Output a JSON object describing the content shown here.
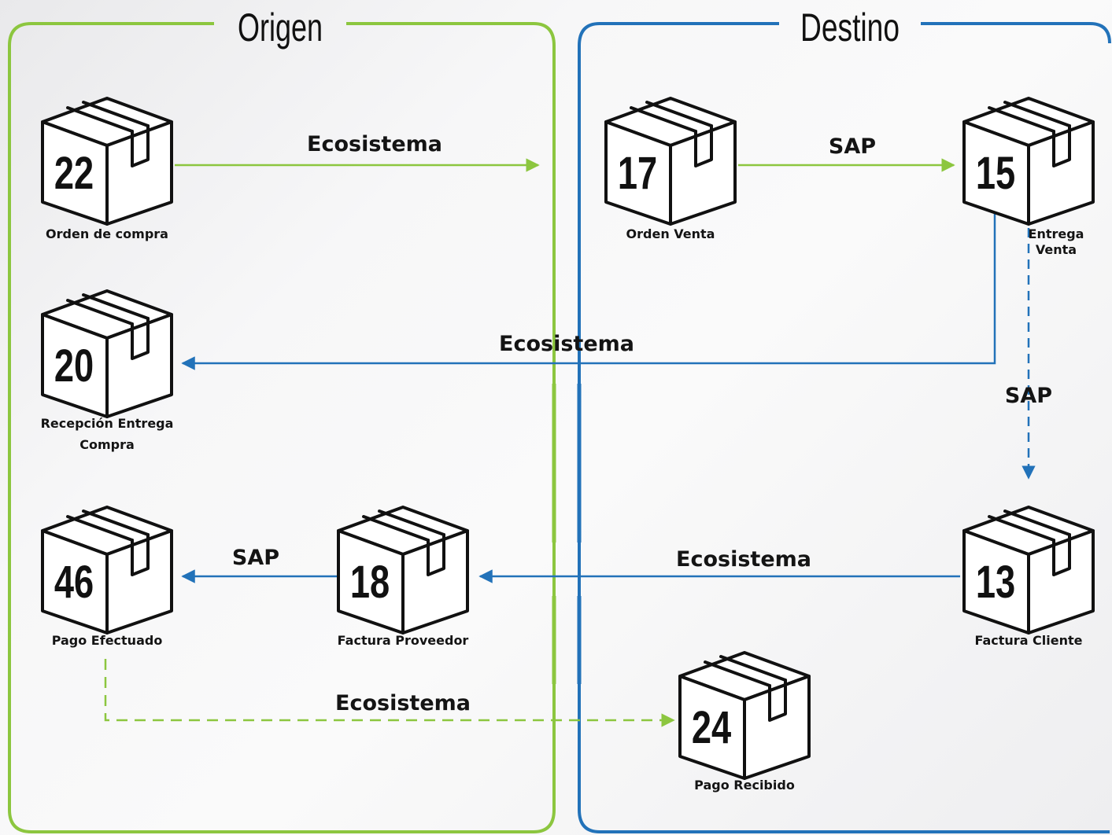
{
  "sections": {
    "origen": {
      "title": "Origen",
      "color": "#8cc63f"
    },
    "destino": {
      "title": "Destino",
      "color": "#2272b9"
    }
  },
  "nodes": {
    "orden_compra": {
      "number": "22",
      "label_lines": [
        "Orden de compra"
      ]
    },
    "recepcion": {
      "number": "20",
      "label_lines": [
        "Recepción Entrega",
        "Compra"
      ]
    },
    "pago_efectuado": {
      "number": "46",
      "label_lines": [
        "Pago Efectuado"
      ]
    },
    "factura_proveedor": {
      "number": "18",
      "label_lines": [
        "Factura Proveedor"
      ]
    },
    "orden_venta": {
      "number": "17",
      "label_lines": [
        "Orden Venta"
      ]
    },
    "entrega_venta": {
      "number": "15",
      "label_lines": [
        "Entrega",
        "Venta"
      ]
    },
    "factura_cliente": {
      "number": "13",
      "label_lines": [
        "Factura Cliente"
      ]
    },
    "pago_recibido": {
      "number": "24",
      "label_lines": [
        "Pago Recibido"
      ]
    }
  },
  "edges": {
    "oc_to_destino": {
      "label": "Ecosistema",
      "color": "#8cc63f",
      "style": "solid"
    },
    "ov_to_ev": {
      "label": "SAP",
      "color": "#8cc63f",
      "style": "solid"
    },
    "ev_to_recepcion": {
      "label": "Ecosistema",
      "color": "#2272b9",
      "style": "solid"
    },
    "ev_to_fc": {
      "label": "SAP",
      "color": "#2272b9",
      "style": "dashed"
    },
    "fc_to_fp": {
      "label": "Ecosistema",
      "color": "#2272b9",
      "style": "solid"
    },
    "fp_to_pe": {
      "label": "SAP",
      "color": "#2272b9",
      "style": "solid"
    },
    "pe_to_pr": {
      "label": "Ecosistema",
      "color": "#8cc63f",
      "style": "dashed"
    }
  }
}
